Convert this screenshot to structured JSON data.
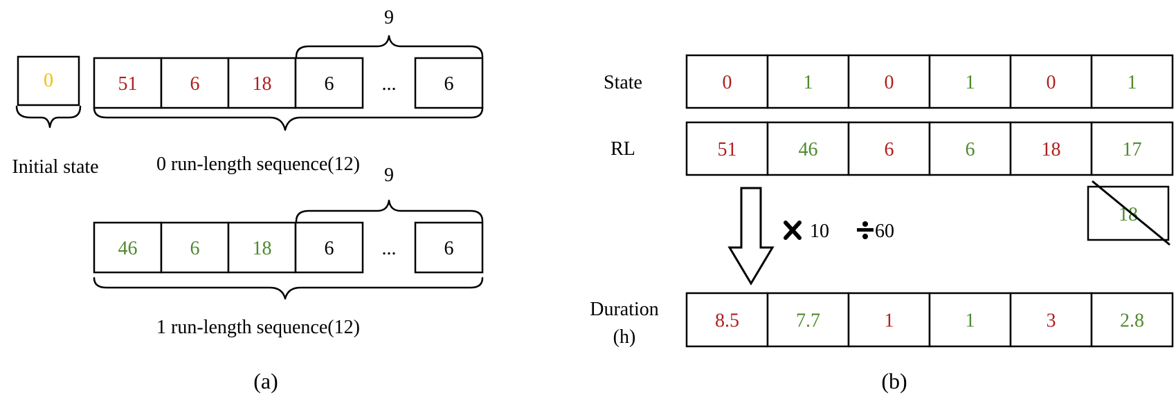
{
  "colors": {
    "initial": "#F2C200",
    "zero": "#B01E1E",
    "one": "#4E8A2E",
    "black": "#000000"
  },
  "panel_a": {
    "initial_value": "0",
    "initial_label": "Initial state",
    "zero_seq": {
      "values": [
        "51",
        "6",
        "18",
        "6",
        "...",
        "6"
      ],
      "tones": [
        "zero",
        "zero",
        "zero",
        "black",
        "black",
        "black"
      ],
      "label": "0 run-length sequence(12)",
      "brace_count": "9"
    },
    "one_seq": {
      "values": [
        "46",
        "6",
        "18",
        "6",
        "...",
        "6"
      ],
      "tones": [
        "one",
        "one",
        "one",
        "black",
        "black",
        "black"
      ],
      "label": "1 run-length sequence(12)",
      "brace_count": "9"
    },
    "caption": "(a)"
  },
  "panel_b": {
    "state_label": "State",
    "state_values": [
      "0",
      "1",
      "0",
      "1",
      "0",
      "1"
    ],
    "rl_label": "RL",
    "rl_values": [
      "51",
      "46",
      "6",
      "6",
      "18",
      "17"
    ],
    "discarded_value": "18",
    "operation": {
      "times_value": "10",
      "divide_value": "60"
    },
    "duration_label_line1": "Duration",
    "duration_label_line2": "(h)",
    "duration_values": [
      "8.5",
      "7.7",
      "1",
      "1",
      "3",
      "2.8"
    ],
    "value_tones": [
      "zero",
      "one",
      "zero",
      "one",
      "zero",
      "one"
    ],
    "caption": "(b)"
  }
}
